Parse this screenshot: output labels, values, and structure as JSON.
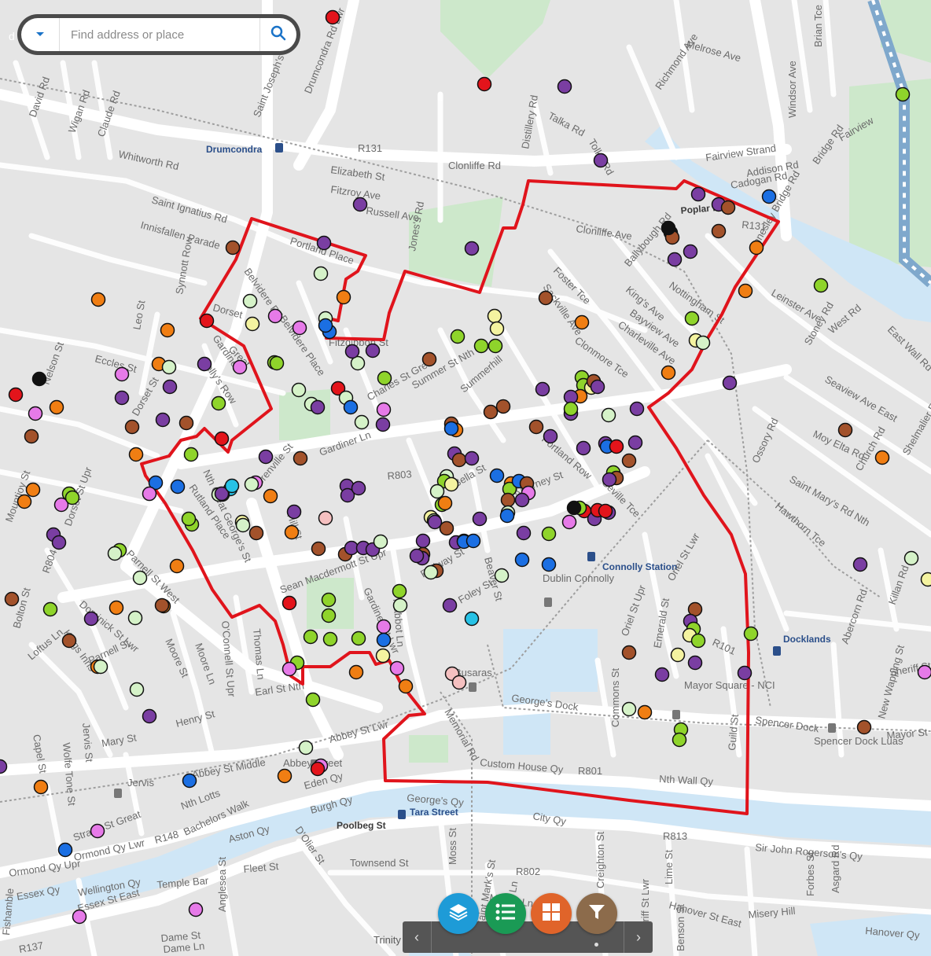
{
  "search": {
    "placeholder": "Find address or place",
    "edge_text": "d"
  },
  "toolbar": {
    "prev_label": "‹",
    "next_label": "›"
  },
  "colors": {
    "boundary": "#e0141c",
    "water": "#cfe6f6",
    "park": "#cde8cb",
    "road": "#ffffff",
    "land": "#e5e5e5",
    "layers_button": "#1e9bd7",
    "list_button": "#1a9a55",
    "grid_button": "#e0642a",
    "filter_button": "#8c6b4b"
  },
  "map_labels": [
    "Drumcondra Rd Lwr",
    "Saint Joseph's",
    "Melrose Ave",
    "Richmond Ave",
    "Brian Tce",
    "Windsor Ave",
    "David Rd",
    "Wigan Rd",
    "Claude Rd",
    "Whitworth Rd",
    "R131",
    "Drumcondra",
    "Elizabeth St",
    "Fitzroy Ave",
    "Clonliffe Rd",
    "Distillery Rd",
    "Talka Rd",
    "Tolka Rd",
    "Fairview Strand",
    "Fairview",
    "Addison Rd",
    "Cadogan Rd",
    "Bridge Rd",
    "Saint Ignatius Rd",
    "Innisfallen Parade",
    "Russell Ave",
    "Jones's Rd",
    "Poplar Row",
    "Clonliffe Ave",
    "Ballybough Rd",
    "R131",
    "Annesley Bridge Rd",
    "Portland Place",
    "Synnott Row",
    "Belvidere Rd",
    "Foster Tce",
    "Sackville Ave",
    "King's Ave",
    "Nottingham St",
    "Leinster Ave",
    "Stoney Rd",
    "West Rd",
    "East Wall Rd",
    "Leo St",
    "Dorset",
    "Eccles St",
    "Nelson St",
    "Gardiner",
    "Belvidere Place",
    "Fitzgibbon St",
    "Charles St Great",
    "Summer St Nth",
    "Summerhill",
    "Bayview Ave",
    "Charleville Ave",
    "Clonmore Tce",
    "Seaview Ave East",
    "Moy Elta Rd",
    "Church Rd",
    "Shelmalier Rd",
    "Saint Mary's Rd Nth",
    "Hawthorn Tce",
    "Ossory Rd",
    "Dorset St",
    "Kelly's Row",
    "Great",
    "Gardiner Ln",
    "R803",
    "Bella St",
    "Killarney St",
    "Portland Row",
    "Seville Tce",
    "Rutland Place",
    "Nth Great George's St",
    "Hill St",
    "Grenville St",
    "R804",
    "Parnell St West",
    "Mountjoy St",
    "Bolton St",
    "Dorset St Upr",
    "Kings Inns",
    "Dominick St Lwr",
    "Loftus Ln",
    "Parnell St",
    "Moore St",
    "Moore Ln",
    "O'Connell St Upr",
    "Thomas Ln",
    "Sean Macdermott St Upr",
    "Gardiner St Lwr",
    "Mabbot Ln",
    "Railway St",
    "Foley St",
    "Beaver St",
    "Dublin Connolly",
    "Connolly Station",
    "Oriel St Upr",
    "Oriel St Lwr",
    "Emerald St",
    "R101",
    "Docklands",
    "Abercorn Rd",
    "Killan Rd",
    "Sheriff St",
    "Busaras",
    "George's Dock",
    "Commons St",
    "Mayor Square - NCI",
    "Spencer Dock",
    "Spencer Dock Luas",
    "New Wapping St",
    "Mayor St",
    "Earl St Nth",
    "Henry St",
    "Mary St",
    "Jervis St",
    "Wolfe Tone St",
    "Capel St",
    "Abbey St Lwr",
    "Abbey Street",
    "Eden Qy",
    "Abbey St Middle",
    "Jervis",
    "Nth Lotts",
    "Memorial Rd",
    "Custom House Qy",
    "R801",
    "Nth Wall Qy",
    "Guild St",
    "Strand St Great",
    "Bachelors Walk",
    "R148",
    "Ormond Qy Lwr",
    "Ormond Qy Upr",
    "Aston Qy",
    "Burgh Qy",
    "George's Qy",
    "Tara Street",
    "Poolbeg St",
    "D'Olier St",
    "City Qy",
    "R813",
    "Sir John Rogerson's Qy",
    "Townsend St",
    "Moss St",
    "R802",
    "Creighton St",
    "Lime St",
    "Forbes St",
    "Asgard Rd",
    "Wellington Qy",
    "Essex Qy",
    "Essex St East",
    "Temple Bar",
    "Fleet St",
    "Anglesea St",
    "Dame St",
    "Dame Ln",
    "Mark's Ln",
    "Saint Mark's St",
    "Hanover St East",
    "Misery Hill",
    "Hanover Qy",
    "Trinity",
    "R137",
    "Fishamble",
    "Sherriff St Lwr",
    "Benson St",
    "Moss Ln"
  ],
  "legend_categories": [
    {
      "name": "red",
      "color": "#e3141b"
    },
    {
      "name": "purple",
      "color": "#7a3ea2"
    },
    {
      "name": "brown",
      "color": "#a3522b"
    },
    {
      "name": "lime",
      "color": "#8fd42b"
    },
    {
      "name": "light-green",
      "color": "#d5f2c8"
    },
    {
      "name": "yellow",
      "color": "#f4f3a0"
    },
    {
      "name": "orange",
      "color": "#f07e13"
    },
    {
      "name": "blue",
      "color": "#1b6fe3"
    },
    {
      "name": "pink",
      "color": "#f5c0c0"
    },
    {
      "name": "magenta",
      "color": "#e67ae8"
    },
    {
      "name": "cyan",
      "color": "#27c2e6"
    },
    {
      "name": "black",
      "color": "#111111"
    }
  ]
}
